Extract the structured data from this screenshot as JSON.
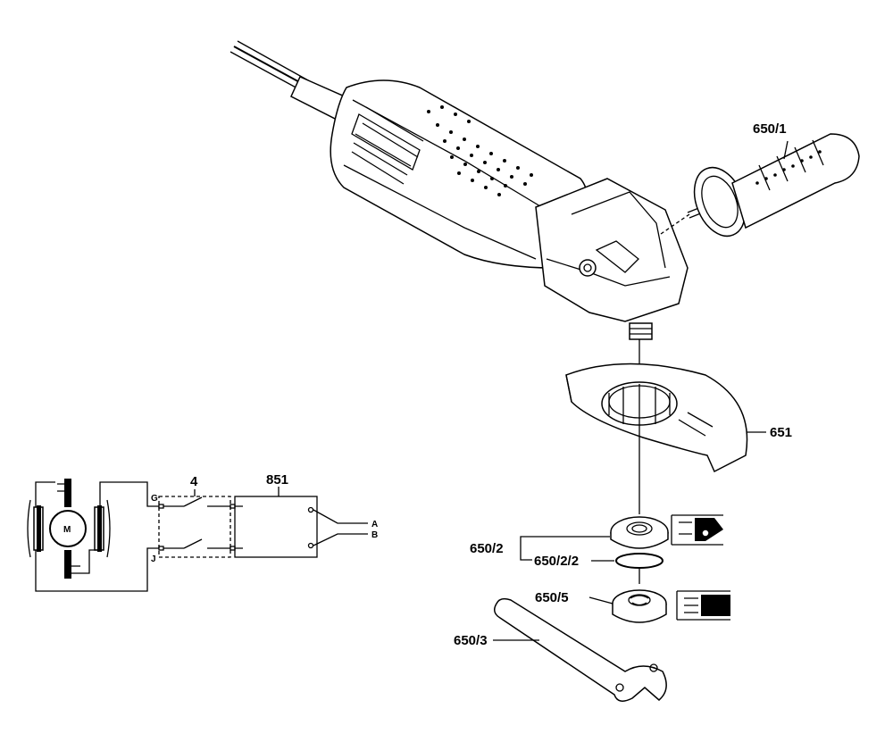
{
  "labels": {
    "side_handle": "650/1",
    "guard": "651",
    "flange_assembly": "650/2",
    "o_ring": "650/2/2",
    "clamping_nut": "650/5",
    "spanner": "650/3",
    "switch": "4",
    "electronics_module": "851"
  },
  "schematic": {
    "motor": "M",
    "terminal_g": "G",
    "terminal_j": "J",
    "output_a": "A",
    "output_b": "B"
  },
  "colors": {
    "ink": "#000000",
    "paper": "#ffffff"
  }
}
